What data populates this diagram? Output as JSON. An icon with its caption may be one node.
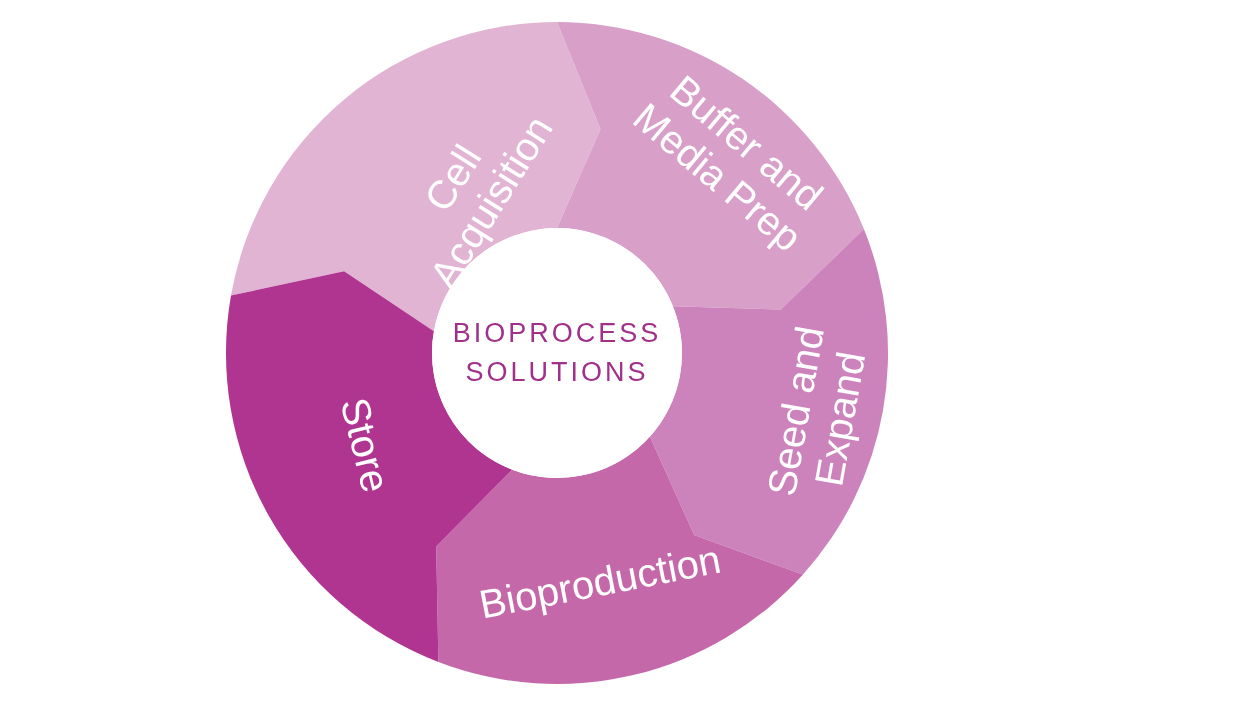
{
  "diagram": {
    "nodes": [
      {
        "text": [
          "BIOPROCESS SOLUTIONS"
        ]
      },
      {
        "text": [
          "Cell Acquisition"
        ]
      },
      {
        "text": [
          "Buffer and Media Prep"
        ]
      },
      {
        "text": [
          "Seed and Expand"
        ]
      },
      {
        "text": [
          "Bioproduction"
        ]
      },
      {
        "text": [
          "Store"
        ]
      }
    ]
  }
}
